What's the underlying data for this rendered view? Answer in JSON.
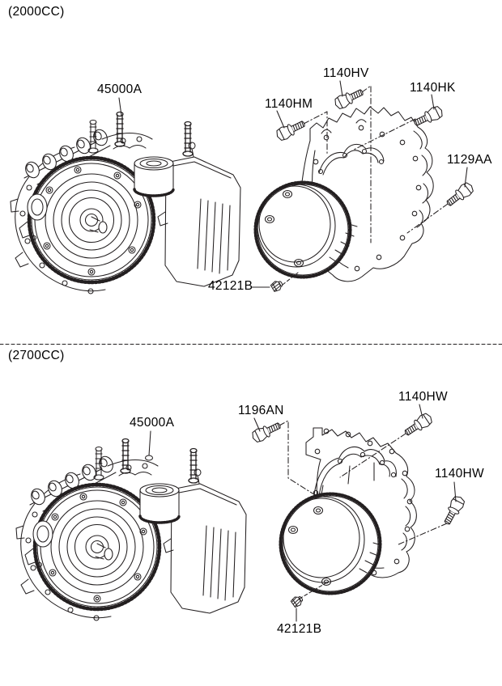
{
  "diagram": {
    "background": "#ffffff",
    "line_color": "#231f20",
    "text_color": "#000000"
  },
  "sections": [
    {
      "title": "(2000CC)",
      "parts": [
        "45000A",
        "1140HM",
        "1140HV",
        "1140HK",
        "1129AA",
        "42121B"
      ]
    },
    {
      "title": "(2700CC)",
      "parts": [
        "45000A",
        "1196AN",
        "1140HW",
        "1140HW",
        "42121B"
      ]
    }
  ]
}
